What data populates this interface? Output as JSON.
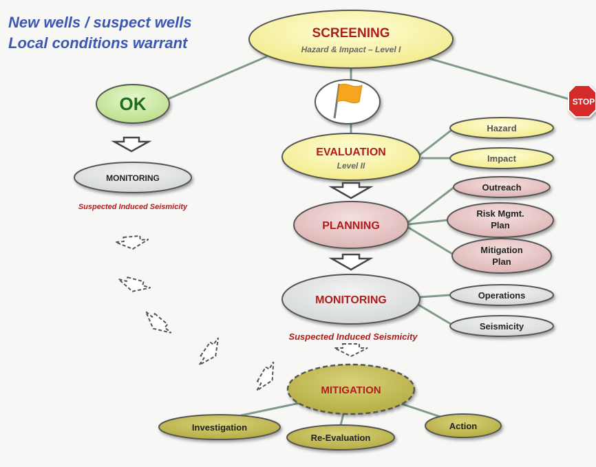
{
  "header": {
    "line1": "New wells /  suspect wells",
    "line2": "Local conditions warrant"
  },
  "screening": {
    "title": "SCREENING",
    "subtitle": "Hazard & Impact – Level I"
  },
  "ok": {
    "label": "OK"
  },
  "stop": {
    "label": "STOP"
  },
  "flag_icon": "flag-icon",
  "left_branch": {
    "monitoring": "MONITORING",
    "suspected": "Suspected Induced Seismicity"
  },
  "evaluation": {
    "title": "EVALUATION",
    "subtitle": "Level II"
  },
  "evaluation_items": [
    "Hazard",
    "Impact"
  ],
  "planning": {
    "title": "PLANNING"
  },
  "planning_items": [
    {
      "line1": "Outreach",
      "line2": ""
    },
    {
      "line1": "Risk Mgmt.",
      "line2": "Plan"
    },
    {
      "line1": "Mitigation",
      "line2": "Plan"
    }
  ],
  "monitoring": {
    "title": "MONITORING"
  },
  "monitoring_items": [
    "Operations",
    "Seismicity"
  ],
  "suspected_center": "Suspected Induced Seismicity",
  "mitigation": {
    "title": "MITIGATION"
  },
  "mitigation_items": [
    "Investigation",
    "Re-Evaluation",
    "Action"
  ],
  "colors": {
    "yellow": "#f7f3a4",
    "pink": "#e6c4c4",
    "gray": "#e1e3e3",
    "olive": "#c4bc56",
    "green": "#cfe9a8",
    "red_text": "#b01c1c",
    "blue_text": "#3b57b4",
    "stroke": "#555555",
    "connector": "#7f9a8c"
  }
}
